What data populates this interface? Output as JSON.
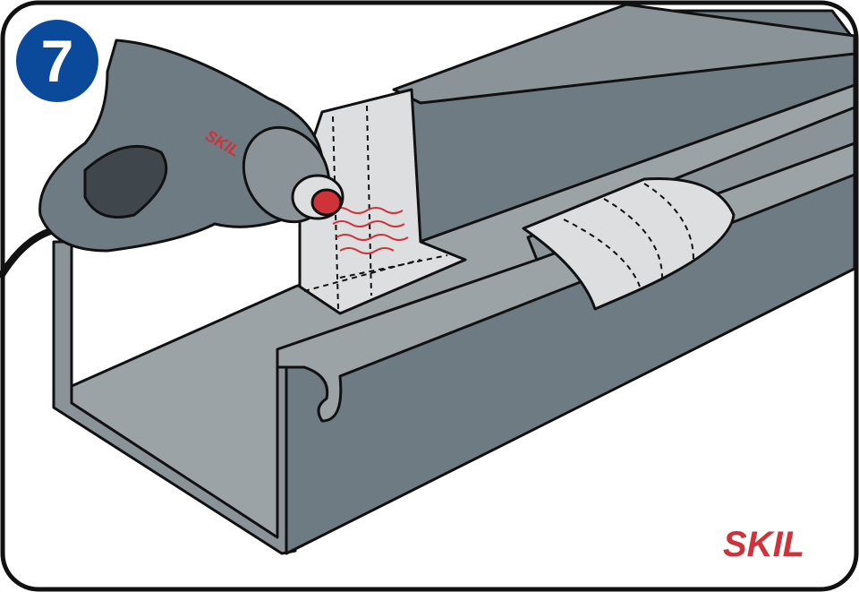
{
  "step": {
    "number": "7"
  },
  "brand": {
    "logo_text": "SKIL",
    "tool_label": "SKIL"
  },
  "colors": {
    "step_badge": "#0b4a9a",
    "brand_red": "#d0323a",
    "gutter_dark": "#6f7b82",
    "gutter_light": "#9ba3a7",
    "tape": "#dcdedf"
  }
}
